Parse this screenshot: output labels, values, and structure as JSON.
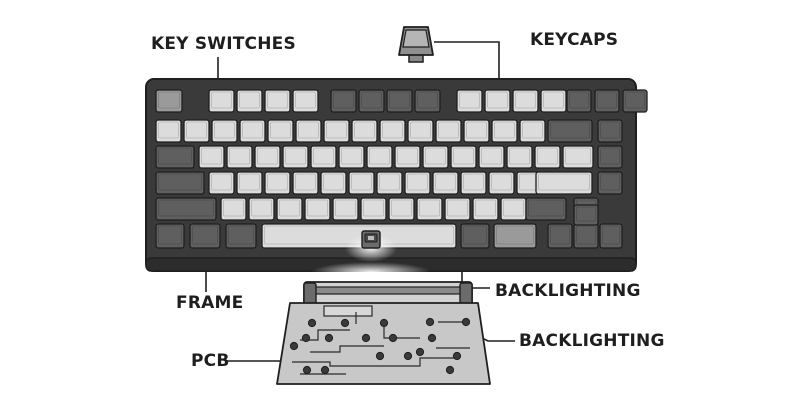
{
  "labels": {
    "key_switches": "KEY SWITCHES",
    "keycaps": "KEYCAPS",
    "frame": "FRAME",
    "backlighting_strip": "BACKLIGHTING",
    "backlighting_pcb": "BACKLIGHTING",
    "pcb": "PCB"
  },
  "colors": {
    "outline": "#1f1f1f",
    "frame": "#3a3a3a",
    "key_light": "#dcdcdc",
    "key_medium": "#9a9a9a",
    "key_dark": "#5f5f5f",
    "pcb": "#c8c8c8",
    "glow": "#f4f4f4"
  }
}
